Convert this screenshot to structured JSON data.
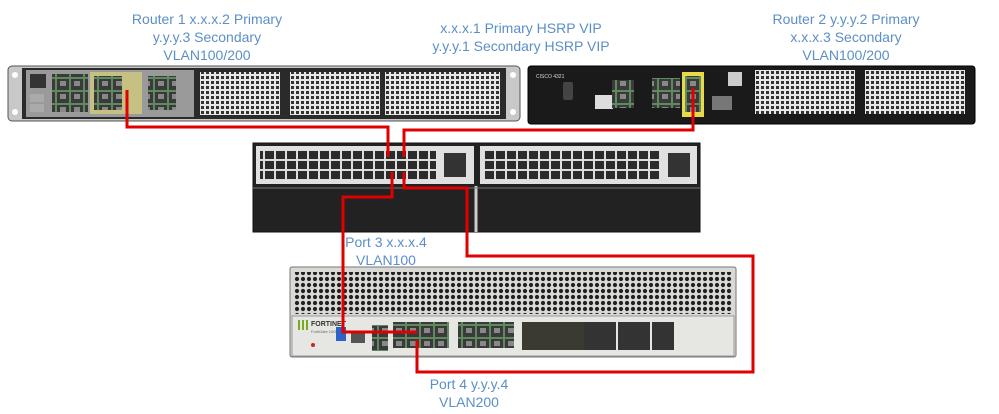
{
  "labels": {
    "router1": [
      "Router 1 x.x.x.2 Primary",
      "y.y.y.3 Secondary",
      "VLAN100/200"
    ],
    "hsrp": [
      "x.x.x.1 Primary HSRP VIP",
      "y.y.y.1 Secondary HSRP VIP"
    ],
    "router2": [
      "Router 2 y.y.y.2 Primary",
      "x.x.x.3 Secondary",
      "VLAN100/200"
    ],
    "port3": [
      "Port 3 x.x.x.4",
      "VLAN100"
    ],
    "port4": [
      "Port 4 y.y.y.4",
      "VLAN200"
    ]
  },
  "devices": {
    "router2_model": "CISCO 4321",
    "firewall_brand": "FORTINET",
    "firewall_model": "FortiGate 100F"
  },
  "colors": {
    "cable": "#e00000",
    "label": "#5b8fc7"
  }
}
